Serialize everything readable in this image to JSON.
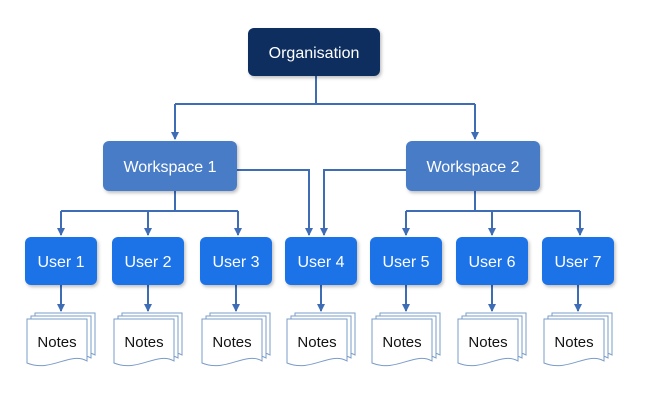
{
  "colors": {
    "root_fill": "#0f2d5e",
    "workspace_fill": "#4a7cc7",
    "user_fill": "#1e73e8",
    "connector": "#3e6db5",
    "box_text": "#ffffff",
    "note_border": "#7a9cc8",
    "note_text": "#111111"
  },
  "root": {
    "label": "Organisation"
  },
  "workspaces": [
    {
      "label": "Workspace 1"
    },
    {
      "label": "Workspace 2"
    }
  ],
  "users": [
    {
      "label": "User 1"
    },
    {
      "label": "User 2"
    },
    {
      "label": "User 3"
    },
    {
      "label": "User 4"
    },
    {
      "label": "User 5"
    },
    {
      "label": "User 6"
    },
    {
      "label": "User 7"
    }
  ],
  "notes": [
    {
      "label": "Notes"
    },
    {
      "label": "Notes"
    },
    {
      "label": "Notes"
    },
    {
      "label": "Notes"
    },
    {
      "label": "Notes"
    },
    {
      "label": "Notes"
    },
    {
      "label": "Notes"
    }
  ],
  "edges": [
    {
      "from": "root",
      "to": "workspace-1"
    },
    {
      "from": "root",
      "to": "workspace-2"
    },
    {
      "from": "workspace-1",
      "to": "user-1"
    },
    {
      "from": "workspace-1",
      "to": "user-2"
    },
    {
      "from": "workspace-1",
      "to": "user-3"
    },
    {
      "from": "workspace-1",
      "to": "user-4"
    },
    {
      "from": "workspace-2",
      "to": "user-4"
    },
    {
      "from": "workspace-2",
      "to": "user-5"
    },
    {
      "from": "workspace-2",
      "to": "user-6"
    },
    {
      "from": "workspace-2",
      "to": "user-7"
    },
    {
      "from": "user-1",
      "to": "notes-1"
    },
    {
      "from": "user-2",
      "to": "notes-2"
    },
    {
      "from": "user-3",
      "to": "notes-3"
    },
    {
      "from": "user-4",
      "to": "notes-4"
    },
    {
      "from": "user-5",
      "to": "notes-5"
    },
    {
      "from": "user-6",
      "to": "notes-6"
    },
    {
      "from": "user-7",
      "to": "notes-7"
    }
  ]
}
